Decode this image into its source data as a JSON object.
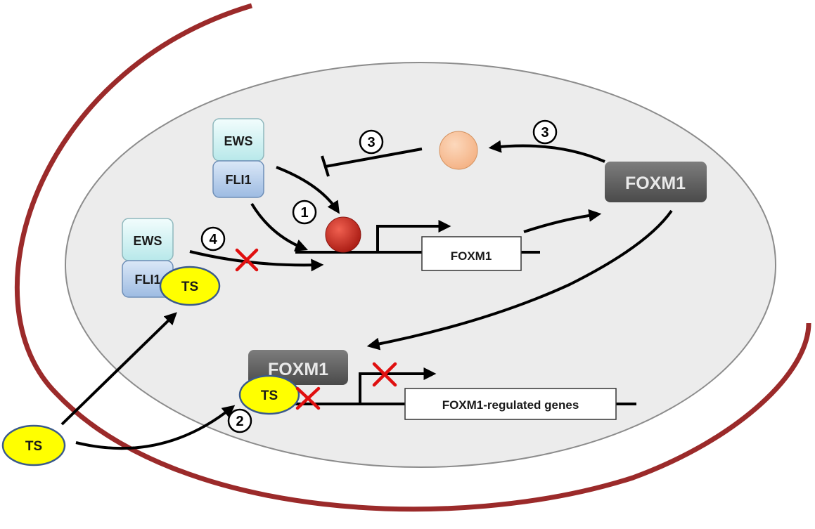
{
  "labels": {
    "ews": "EWS",
    "fli1": "FLI1",
    "ts": "TS",
    "foxm1": "FOXM1",
    "foxm1_gene": "FOXM1",
    "regulated_genes": "FOXM1-regulated genes"
  },
  "step_numbers": {
    "one": "1",
    "two": "2",
    "three": "3",
    "four": "4"
  },
  "colors": {
    "cell_membrane": "#9b2a2a",
    "nucleus_fill": "#ececec",
    "ews_box": "#d9f4f4",
    "fli1_box": "#bcd3ee",
    "foxm1_protein": "#5f5f5f",
    "ts_fill": "#ffff00",
    "ts_border": "#3a5a8c",
    "red_circle": "#c0201a",
    "peach_circle": "#f9c29a",
    "block_x": "#e01010"
  }
}
